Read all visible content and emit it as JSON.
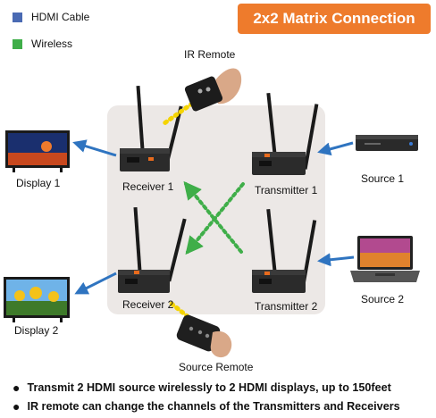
{
  "title": "2x2 Matrix Connection",
  "legend": {
    "items": [
      {
        "label": "HDMI Cable",
        "color": "#4a6ab3"
      },
      {
        "label": "Wireless",
        "color": "#3fae49"
      }
    ]
  },
  "labels": {
    "ir_remote": "IR Remote",
    "source_remote": "Source Remote",
    "receiver_1": "Receiver 1",
    "receiver_2": "Receiver 2",
    "transmitter_1": "Transmitter 1",
    "transmitter_2": "Transmitter 2",
    "display_1": "Display 1",
    "display_2": "Display 2",
    "source_1": "Source 1",
    "source_2": "Source 2"
  },
  "bullets": [
    "Transmit 2 HDMI source wirelessly to 2 HDMI displays, up to 150feet",
    "IR remote can change the channels of the Transmitters and Receivers"
  ],
  "colors": {
    "accent": "#ee7b2c",
    "hdmi_arrow": "#2f74c0",
    "wireless_arrow": "#3fae49",
    "ir_beam": "#f5d400"
  }
}
